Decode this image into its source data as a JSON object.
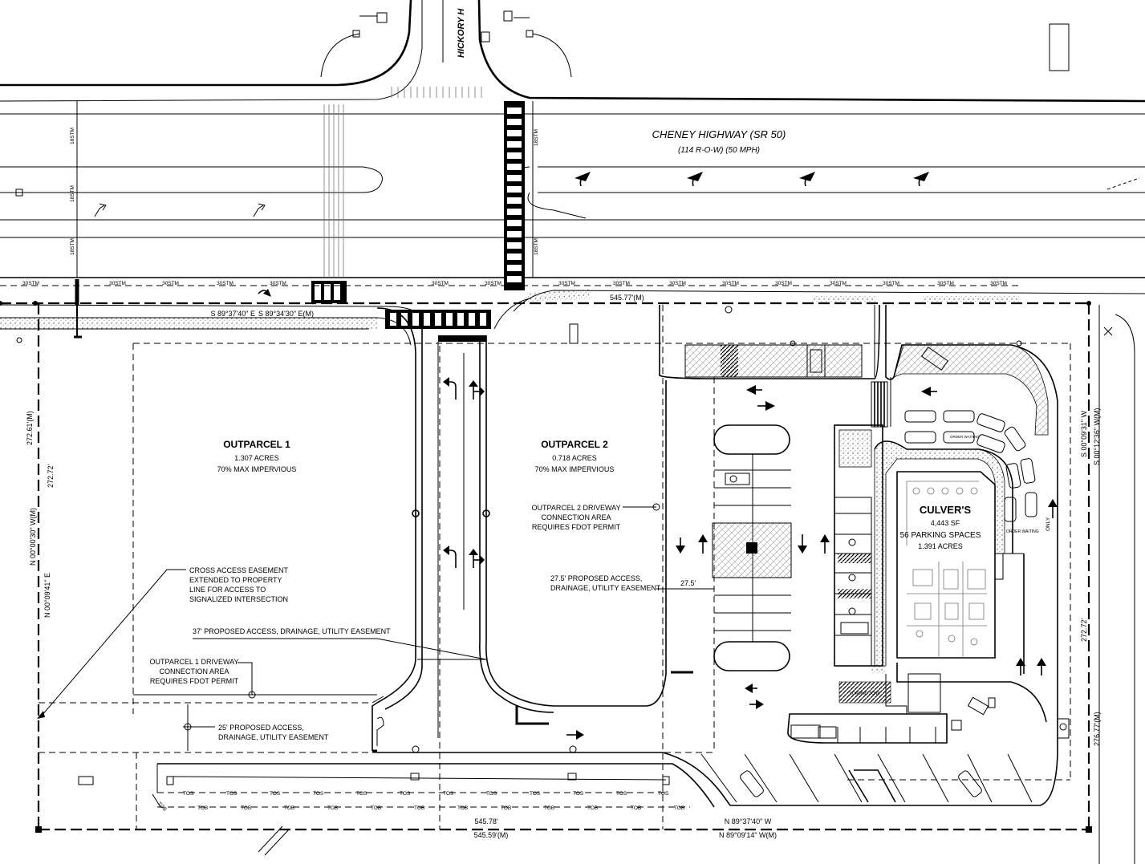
{
  "road": {
    "name": "CHENEY HIGHWAY (SR 50)",
    "info": "(114 R-O-W) (50 MPH)",
    "cross_street": "HICKORY H"
  },
  "utility_marks": {
    "stm18": "18STM",
    "stm30": "30STM",
    "tos": "TOS",
    "tob": "TOB"
  },
  "bearings": {
    "north_1": "S 89°37'40\" E",
    "north_2": "S 89°34'30\" E(M)",
    "north_dist": "545.77'(M)",
    "south_1": "N 89°37'40\" W",
    "south_2": "N 89°09'14\" W(M)",
    "south_dist_1": "545.78'",
    "south_dist_2": "545.59'(M)",
    "west_1": "272.61'(M)",
    "west_2": "272.72'",
    "west_3": "N 00°00'30\" W(M)",
    "west_4": "N 00°09'41\" E",
    "east_1": "S 00°09'31\" W",
    "east_2": "S 00°12'36\" W(M)",
    "east_3": "272.72'",
    "east_4": "276.77'(M)"
  },
  "outparcel1": {
    "name": "OUTPARCEL 1",
    "acres": "1.307 ACRES",
    "impervious": "70% MAX IMPERVIOUS"
  },
  "outparcel2": {
    "name": "OUTPARCEL 2",
    "acres": "0.718 ACRES",
    "impervious": "70% MAX IMPERVIOUS"
  },
  "culvers": {
    "name": "CULVER'S",
    "sf": "4,443 SF",
    "parking": "56 PARKING SPACES",
    "acres": "1.391 ACRES",
    "order_waiting_1": "ORDER WAITING",
    "order_waiting_2": "ORDER WAITING",
    "only": "ONLY",
    "loading": "LOADING ZONE"
  },
  "notes": {
    "cross_access": [
      "CROSS ACCESS EASEMENT",
      "EXTENDED TO PROPERTY",
      "LINE FOR ACCESS TO",
      "SIGNALIZED INTERSECTION"
    ],
    "easement_37": "37' PROPOSED ACCESS, DRAINAGE, UTILITY EASEMENT",
    "op1_driveway": [
      "OUTPARCEL 1 DRIVEWAY",
      "CONNECTION AREA",
      "REQUIRES FDOT PERMIT"
    ],
    "easement_25": [
      "25' PROPOSED ACCESS,",
      "DRAINAGE, UTILITY EASEMENT"
    ],
    "op2_driveway": [
      "OUTPARCEL 2 DRIVEWAY",
      "CONNECTION AREA",
      "REQUIRES FDOT PERMIT"
    ],
    "easement_275": [
      "27.5' PROPOSED ACCESS,",
      "DRAINAGE, UTILITY EASEMENT"
    ],
    "dim_275": "27.5'"
  }
}
